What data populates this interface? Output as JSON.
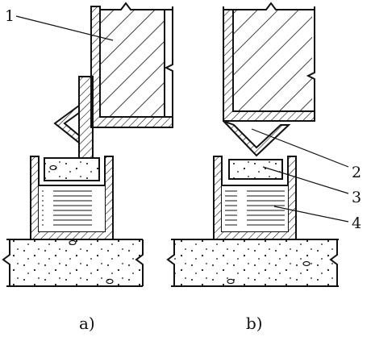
{
  "figure": {
    "panel_labels": [
      "a)",
      "b)"
    ],
    "callouts": [
      "1",
      "2",
      "3",
      "4"
    ]
  }
}
